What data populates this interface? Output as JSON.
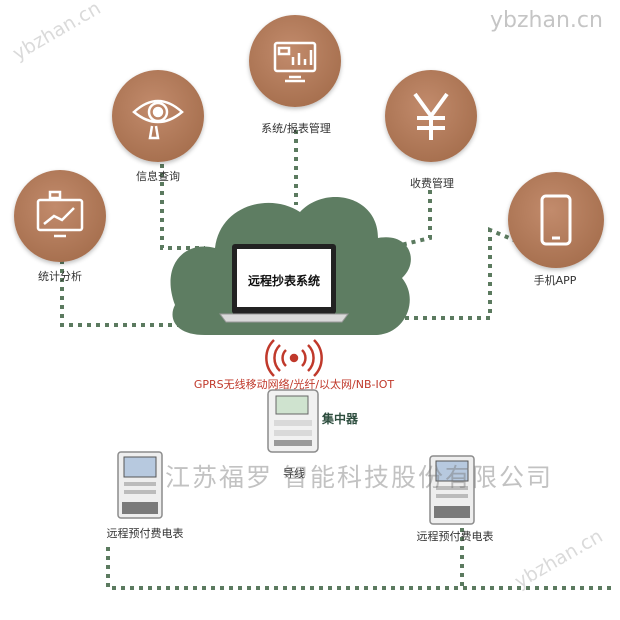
{
  "nodes": {
    "system_report": {
      "label": "系统/报表管理",
      "icon": "dashboard-monitor-icon"
    },
    "info_query": {
      "label": "信息查询",
      "icon": "eye-magnifier-icon"
    },
    "fee_management": {
      "label": "收费管理",
      "icon": "yen-icon"
    },
    "statistics": {
      "label": "统计分析",
      "icon": "trend-monitor-icon"
    },
    "mobile_app": {
      "label": "手机APP",
      "icon": "smartphone-icon"
    }
  },
  "center": {
    "title": "远程抄表系统",
    "icon": "laptop-icon"
  },
  "network": {
    "label": "GPRS无线移动网络/光纤/以太网/NB-IOT",
    "icon": "wireless-signal-icon"
  },
  "concentrator": {
    "label": "集中器"
  },
  "line": {
    "label": "导线"
  },
  "meters": [
    {
      "label": "远程预付费电表"
    },
    {
      "label": "远程预付费电表"
    }
  ],
  "company_watermark": "江苏福罗 智能科技股份有限公司",
  "site_watermark": "ybzhan.cn",
  "colors": {
    "node_fill": "#a7704f",
    "cloud_fill": "#5e7d62",
    "dotted_line": "#5b7a5f",
    "signal_red": "#c0392b"
  }
}
